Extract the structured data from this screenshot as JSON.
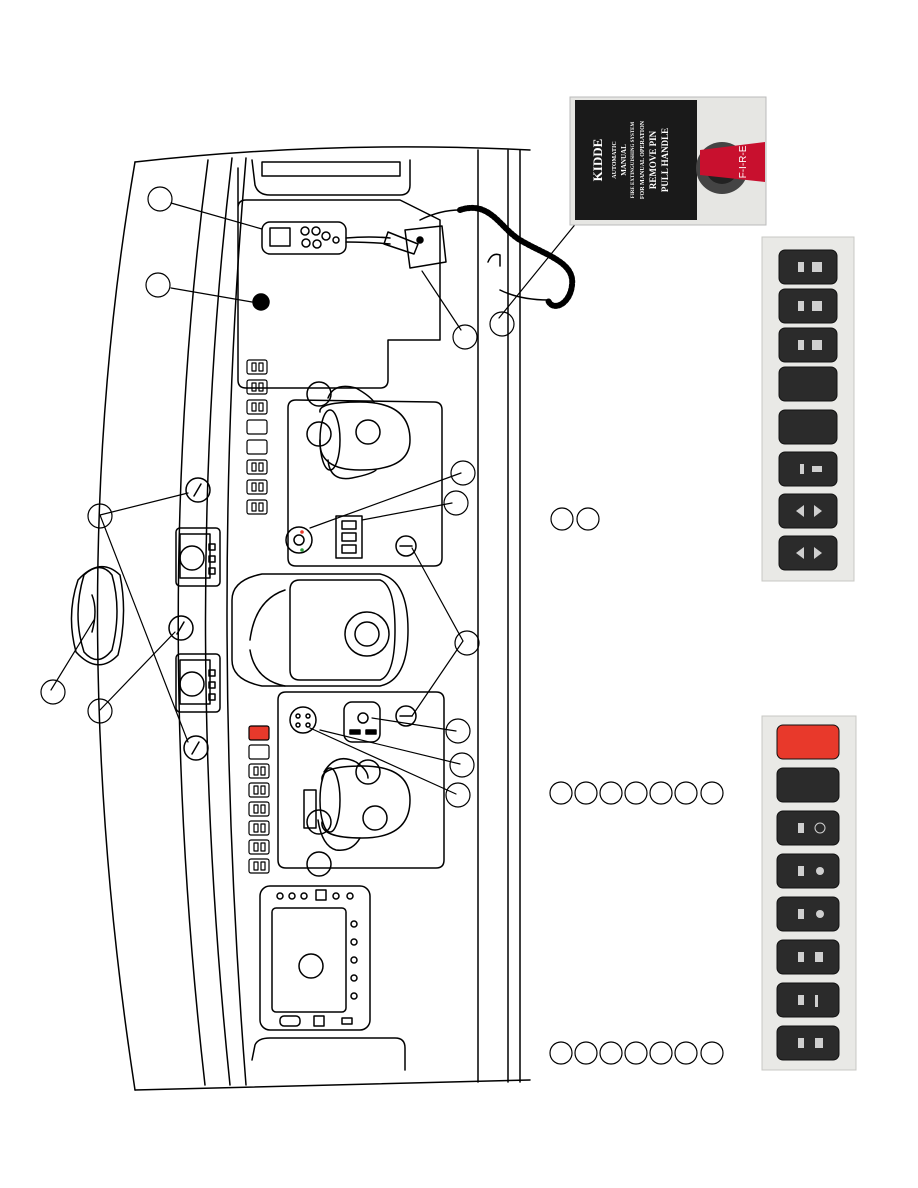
{
  "figure": {
    "kind": "boat-helm-console-diagram",
    "callouts": {
      "console": [
        "",
        "",
        "",
        "",
        "",
        "",
        "",
        "",
        "",
        "",
        "",
        "",
        "",
        "",
        "",
        "",
        "",
        "",
        "",
        ""
      ],
      "switch_group_upper": [
        "",
        ""
      ],
      "switch_group_lower_a": [
        "",
        "",
        "",
        "",
        "",
        "",
        ""
      ],
      "switch_group_lower_b": [
        "",
        "",
        "",
        "",
        "",
        "",
        ""
      ]
    },
    "colors": {
      "line": "#000000",
      "red_switch": "#e8392b",
      "tag_black": "#1a1a1a",
      "fire_handle_red": "#c8102e",
      "photo_bg": "#e6e6e3"
    },
    "fire_tag": {
      "logo": "KIDDE",
      "line1": "AUTOMATIC",
      "line2": "MANUAL",
      "line3": "FIRE EXTINGUISHING SYSTEM",
      "line4": "FOR MANUAL OPERATION",
      "line5": "REMOVE PIN",
      "line6": "PULL HANDLE",
      "handle_label": "F-I-R-E"
    },
    "icons": [
      "remote-control-icon",
      "fire-extinguisher-pull-icon",
      "rocker-switch-icon",
      "gauge-icon",
      "cup-holder-icon",
      "usb-outlet-icon",
      "power-outlet-icon",
      "steering-wheel-icon",
      "chart-plotter-icon"
    ]
  }
}
